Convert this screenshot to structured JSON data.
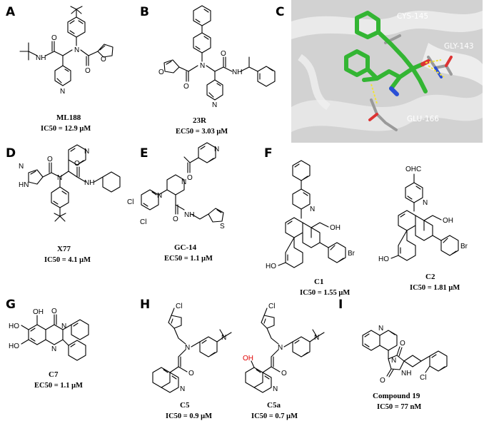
{
  "panels": [
    {
      "label": "A",
      "name": "ML188",
      "activity": "IC50 = 12.9 μM",
      "atoms": [
        "N",
        "NH",
        "O",
        "O",
        "O",
        "N"
      ]
    },
    {
      "label": "B",
      "name": "23R",
      "activity": "EC50 = 3.03 μM",
      "atoms": [
        "N",
        "NH",
        "O",
        "O",
        "O",
        "N"
      ]
    },
    {
      "label": "C",
      "residues": [
        "CYS-145",
        "GLY-143",
        "GLU-166"
      ]
    },
    {
      "label": "D",
      "name": "X77",
      "activity": "IC50 = 4.1 μM",
      "atoms": [
        "N",
        "N",
        "NH",
        "HN",
        "N",
        "O",
        "O"
      ]
    },
    {
      "label": "E",
      "name": "GC-14",
      "activity": "EC50 = 1.1 μM",
      "atoms": [
        "N",
        "N",
        "N",
        "NH",
        "O",
        "O",
        "S",
        "Cl",
        "Cl"
      ]
    },
    {
      "label": "F",
      "compounds": [
        {
          "name": "C1",
          "activity": "IC50 = 1.55 μM",
          "atoms": [
            "N",
            "OH",
            "HO",
            "Br"
          ]
        },
        {
          "name": "C2",
          "activity": "IC50 = 1.81 μM",
          "atoms": [
            "OHC",
            "N",
            "OH",
            "HO",
            "Br"
          ]
        }
      ]
    },
    {
      "label": "G",
      "name": "C7",
      "activity": "EC50 = 1.1 μM",
      "atoms": [
        "OH",
        "O",
        "HO",
        "HO",
        "N",
        "N"
      ]
    },
    {
      "label": "H",
      "compounds": [
        {
          "name": "C5",
          "activity": "IC50 = 0.9 μM",
          "atoms": [
            "Cl",
            "N",
            "N",
            "O",
            "N"
          ]
        },
        {
          "name": "C5a",
          "activity": "IC50 = 0.7 μM",
          "atoms": [
            "Cl",
            "N",
            "N",
            "OH",
            "O",
            "N"
          ]
        }
      ]
    },
    {
      "label": "I",
      "name": "Compound 19",
      "activity": "IC50 = 77 nM",
      "atoms": [
        "N",
        "N",
        "O",
        "O",
        "NH",
        "Cl"
      ]
    }
  ]
}
